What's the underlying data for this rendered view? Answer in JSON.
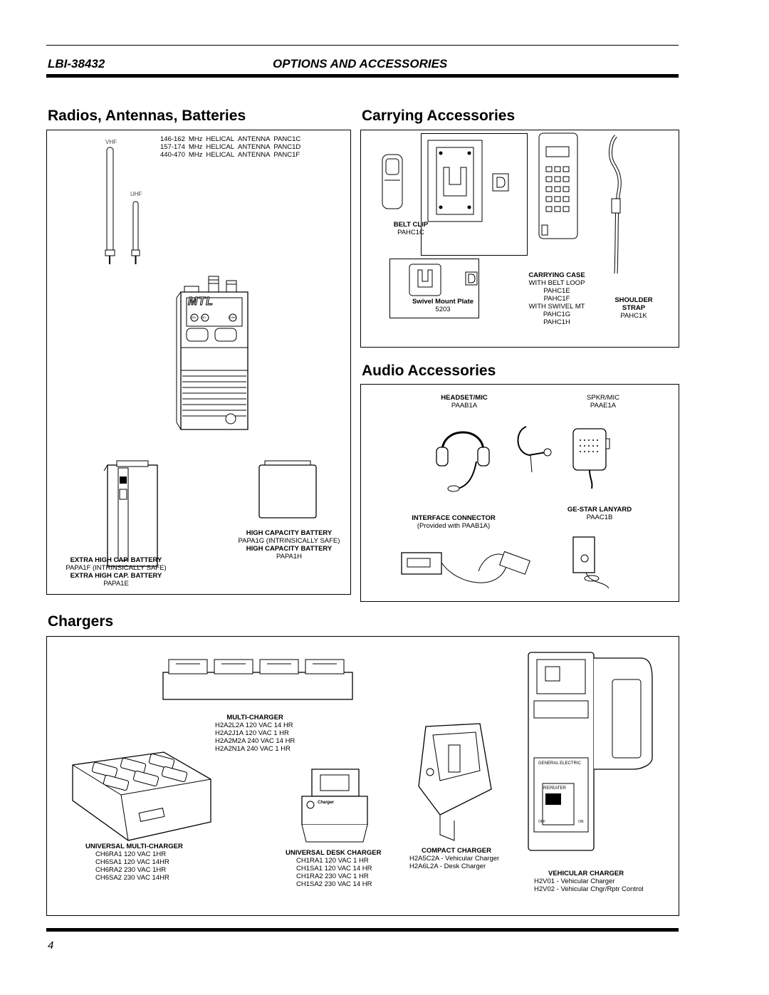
{
  "header": {
    "doc_id": "LBI-38432",
    "section": "OPTIONS AND ACCESSORIES"
  },
  "radios": {
    "title": "Radios, Antennas, Batteries",
    "vhf_label": "VHF",
    "uhf_label": "UHF",
    "antennas": [
      {
        "band": "146-162",
        "unit": "MHz",
        "type": "HELICAL",
        "kind": "ANTENNA",
        "part": "PANC1C"
      },
      {
        "band": "157-174",
        "unit": "MHz",
        "type": "HELICAL",
        "kind": "ANTENNA",
        "part": "PANC1D"
      },
      {
        "band": "440-470",
        "unit": "MHz",
        "type": "HELICAL",
        "kind": "ANTENNA",
        "part": "PANC1F"
      }
    ],
    "radio_logo": "MTL",
    "radio_buttons": [
      "ADD",
      "DEL",
      "SCAN"
    ],
    "hc_battery_1": {
      "title": "HIGH CAPACITY BATTERY",
      "part": "PAPA1G (INTRINSICALLY SAFE)"
    },
    "hc_battery_2": {
      "title": "HIGH CAPACITY BATTERY",
      "part": "PAPA1H"
    },
    "ehc_battery_1": {
      "title": "EXTRA HIGH CAP. BATTERY",
      "part": "PAPA1F (INTRINSICALLY SAFE)"
    },
    "ehc_battery_2": {
      "title": "EXTRA HIGH CAP. BATTERY",
      "part": "PAPA1E"
    }
  },
  "carrying": {
    "title": "Carrying Accessories",
    "belt_clip": {
      "title": "BELT CLIP",
      "part": "PAHC1C"
    },
    "swivel": {
      "title": "Swivel Mount Plate",
      "part": "5203"
    },
    "carrying_case": {
      "title": "CARRYING CASE",
      "lines": [
        "WITH BELT LOOP",
        "PAHC1E",
        "PAHC1F",
        "WITH SWIVEL MT",
        "PAHC1G",
        "PAHC1H"
      ]
    },
    "shoulder_strap": {
      "title_1": "SHOULDER",
      "title_2": "STRAP",
      "part": "PAHC1K"
    }
  },
  "audio": {
    "title": "Audio Accessories",
    "headset": {
      "title": "HEADSET/MIC",
      "part": "PAAB1A"
    },
    "spkr": {
      "title": "SPKR/MIC",
      "part": "PAAE1A"
    },
    "interface": {
      "title": "INTERFACE CONNECTOR",
      "part": "(Provided with PAAB1A)"
    },
    "lanyard": {
      "title": "GE-STAR LANYARD",
      "part": "PAAC1B"
    }
  },
  "chargers": {
    "title": "Chargers",
    "multi": {
      "title": "MULTI-CHARGER",
      "lines": [
        "H2A2L2A 120 VAC 14 HR",
        "H2A2J1A 120 VAC 1 HR",
        "H2A2M2A 240 VAC 14 HR",
        "H2A2N1A 240 VAC 1 HR"
      ]
    },
    "universal_multi": {
      "title": "UNIVERSAL MULTI-CHARGER",
      "lines": [
        "CH6RA1 120 VAC 1HR",
        "CH6SA1 120 VAC 14HR",
        "CH6RA2 230 VAC 1HR",
        "CH6SA2 230 VAC 14HR"
      ]
    },
    "universal_desk": {
      "title": "UNIVERSAL DESK CHARGER",
      "lines": [
        "CH1RA1 120 VAC 1 HR",
        "CH1SA1 120 VAC 14 HR",
        "CH1RA2 230 VAC 1 HR",
        "CH1SA2 230 VAC 14 HR"
      ]
    },
    "compact": {
      "title": "COMPACT CHARGER",
      "lines": [
        "H2A5C2A - Vehicular Charger",
        "H2A6L2A - Desk Charger"
      ]
    },
    "vehicular": {
      "title": "VEHICULAR CHARGER",
      "lines": [
        "H2V01 - Vehicular Charger",
        "H2V02 - Vehicular Chgr/Rptr Control"
      ]
    },
    "vehicular_brand": "GENERAL ELECTRIC",
    "vehicular_repeater": "REPEATER",
    "vehicular_off": "OFF",
    "vehicular_on": "ON",
    "desk_brand": "Charger"
  },
  "footer": {
    "page": "4"
  }
}
